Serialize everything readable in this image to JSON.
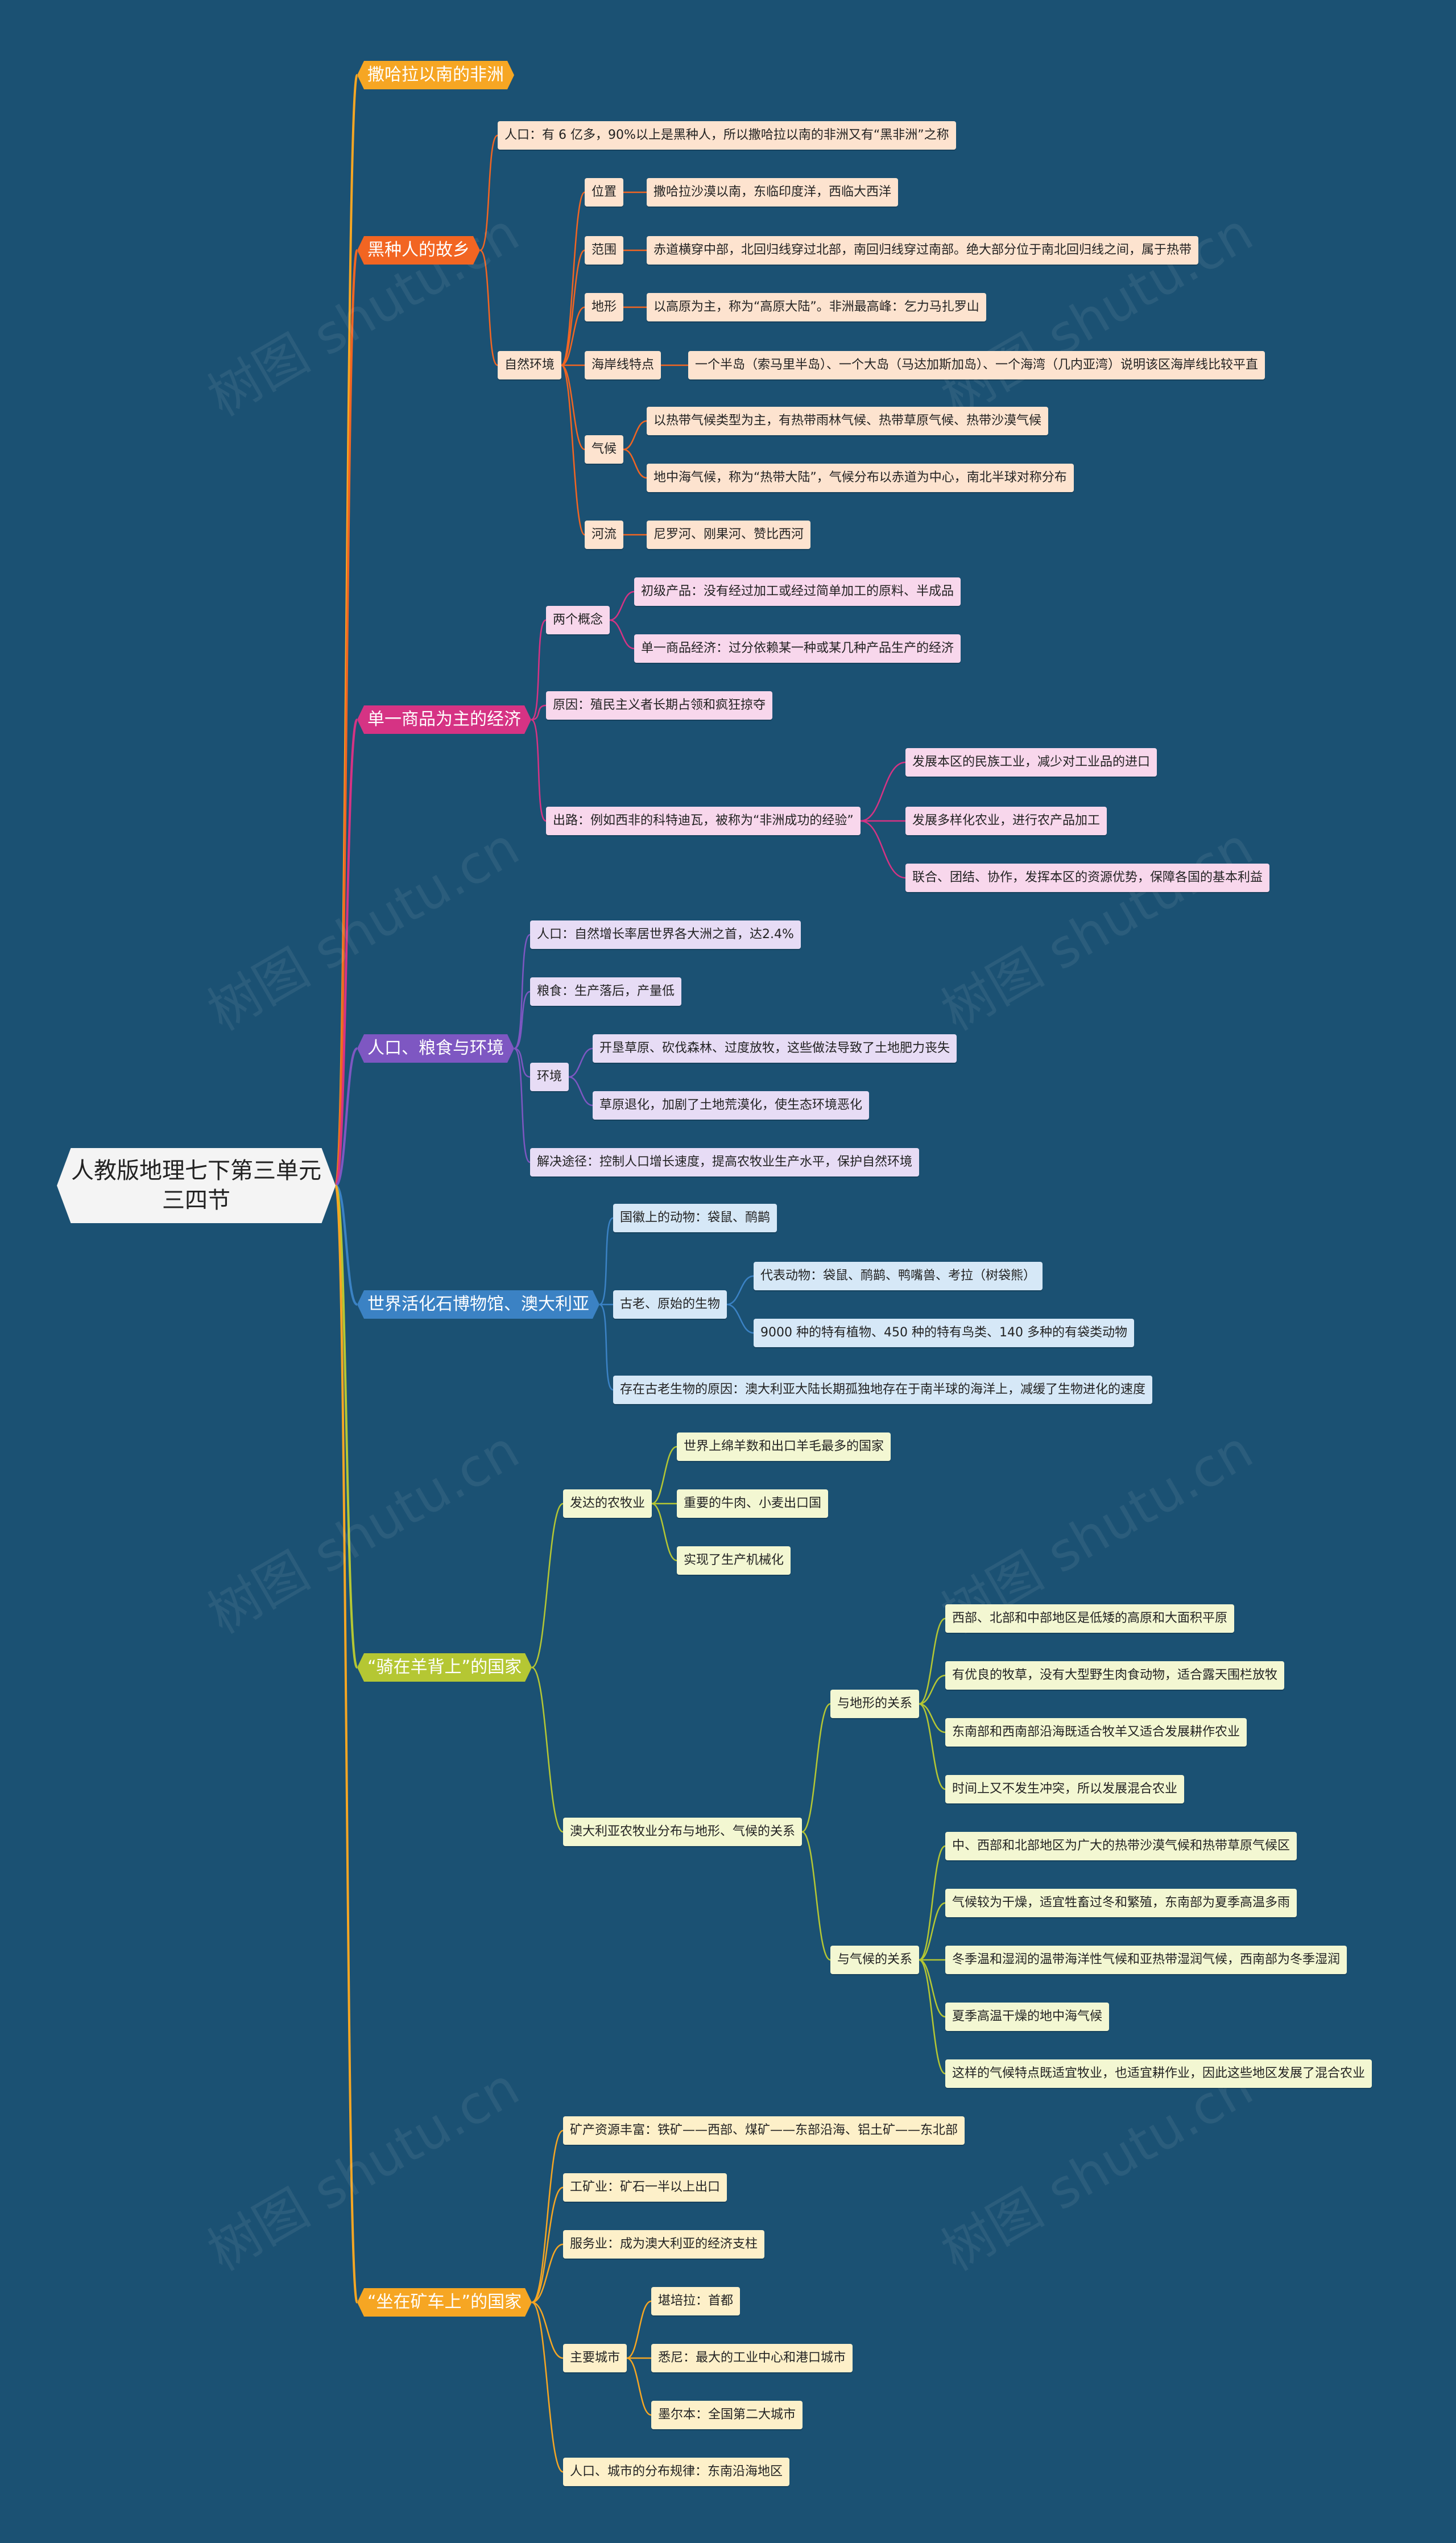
{
  "root": {
    "label": "人教版地理七下第三单元三四节"
  },
  "watermark": "树图 shutu.cn",
  "sections": [
    {
      "label": "撒哈拉以南的非洲",
      "color": "#f6a623"
    },
    {
      "label": "黑种人的故乡",
      "color": "#f26522"
    },
    {
      "label": "单一商品为主的经济",
      "color": "#d63384"
    },
    {
      "label": "人口、粮食与环境",
      "color": "#7e57c2"
    },
    {
      "label": "世界活化石博物馆、澳大利亚",
      "color": "#3b82c4"
    },
    {
      "label": "“骑在羊背上”的国家",
      "color": "#b5c733"
    },
    {
      "label": "“坐在矿车上”的国家",
      "color": "#f6a623"
    }
  ],
  "africa": {
    "population": "人口：有 6 亿多，90%以上是黑种人，所以撒哈拉以南的非洲又有“黑非洲”之称",
    "nature": "自然环境",
    "position": "位置",
    "position_text": "撒哈拉沙漠以南，东临印度洋，西临大西洋",
    "range": "范围",
    "range_text": "赤道横穿中部，北回归线穿过北部，南回归线穿过南部。绝大部分位于南北回归线之间，属于热带",
    "terrain": "地形",
    "terrain_text": "以高原为主，称为“高原大陆”。非洲最高峰：乞力马扎罗山",
    "coast": "海岸线特点",
    "coast_text": "一个半岛（索马里半岛）、一个大岛（马达加斯加岛）、一个海湾（几内亚湾）说明该区海岸线比较平直",
    "climate": "气候",
    "climate_text1": "以热带气候类型为主，有热带雨林气候、热带草原气候、热带沙漠气候",
    "climate_text2": "地中海气候，称为“热带大陆”，气候分布以赤道为中心，南北半球对称分布",
    "rivers": "河流",
    "rivers_text": "尼罗河、刚果河、赞比西河"
  },
  "economy": {
    "concepts": "两个概念",
    "concept1": "初级产品：没有经过加工或经过简单加工的原料、半成品",
    "concept2": "单一商品经济：过分依赖某一种或某几种产品生产的经济",
    "cause": "原因：殖民主义者长期占领和疯狂掠夺",
    "way": "出路：例如西非的科特迪瓦，被称为“非洲成功的经验”",
    "way1": "发展本区的民族工业，减少对工业品的进口",
    "way2": "发展多样化农业，进行农产品加工",
    "way3": "联合、团结、协作，发挥本区的资源优势，保障各国的基本利益"
  },
  "population": {
    "pop": "人口：自然增长率居世界各大洲之首，达2.4%",
    "food": "粮食：生产落后，产量低",
    "env": "环境",
    "env1": "开垦草原、砍伐森林、过度放牧，这些做法导致了土地肥力丧失",
    "env2": "草原退化，加剧了土地荒漠化，使生态环境恶化",
    "solution": "解决途径：控制人口增长速度，提高农牧业生产水平，保护自然环境"
  },
  "australia": {
    "emblem": "国徽上的动物：袋鼠、鸸鹋",
    "ancient": "古老、原始的生物",
    "ancient1": "代表动物：袋鼠、鸸鹋、鸭嘴兽、考拉（树袋熊）",
    "ancient2": "9000 种的特有植物、450 种的特有鸟类、140 多种的有袋类动物",
    "reason": "存在古老生物的原因：澳大利亚大陆长期孤独地存在于南半球的海洋上，减缓了生物进化的速度"
  },
  "sheep": {
    "agri": "发达的农牧业",
    "agri1": "世界上绵羊数和出口羊毛最多的国家",
    "agri2": "重要的牛肉、小麦出口国",
    "agri3": "实现了生产机械化",
    "dist": "澳大利亚农牧业分布与地形、气候的关系",
    "terrain": "与地形的关系",
    "t1": "西部、北部和中部地区是低矮的高原和大面积平原",
    "t2": "有优良的牧草，没有大型野生肉食动物，适合露天围栏放牧",
    "t3": "东南部和西南部沿海既适合牧羊又适合发展耕作农业",
    "t4": "时间上又不发生冲突，所以发展混合农业",
    "climate": "与气候的关系",
    "c1": "中、西部和北部地区为广大的热带沙漠气候和热带草原气候区",
    "c2": "气候较为干燥，适宜牲畜过冬和繁殖，东南部为夏季高温多雨",
    "c3": "冬季温和湿润的温带海洋性气候和亚热带湿润气候，西南部为冬季湿润",
    "c4": "夏季高温干燥的地中海气候",
    "c5": "这样的气候特点既适宜牧业，也适宜耕作业，因此这些地区发展了混合农业"
  },
  "mine": {
    "res": "矿产资源丰富：铁矿——西部、煤矿——东部沿海、铝土矿——东北部",
    "ind": "工矿业：矿石一半以上出口",
    "svc": "服务业：成为澳大利亚的经济支柱",
    "cities": "主要城市",
    "city1": "堪培拉：首都",
    "city2": "悉尼：最大的工业中心和港口城市",
    "city3": "墨尔本：全国第二大城市",
    "dist": "人口、城市的分布规律：东南沿海地区"
  }
}
